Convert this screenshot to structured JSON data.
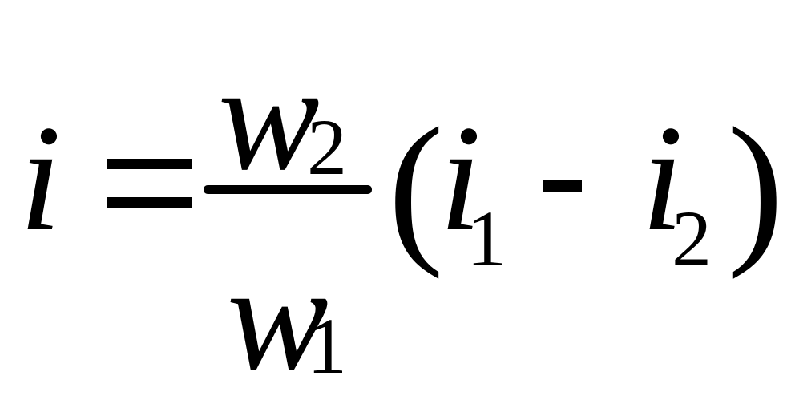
{
  "formula": {
    "lhs": "i",
    "numerator": {
      "symbol": "w",
      "subscript": "2"
    },
    "denominator": {
      "symbol": "w",
      "subscript": "1"
    },
    "left_paren": "(",
    "term1": {
      "symbol": "i",
      "subscript": "1"
    },
    "term2": {
      "symbol": "i",
      "subscript": "2"
    },
    "right_paren": ")"
  }
}
